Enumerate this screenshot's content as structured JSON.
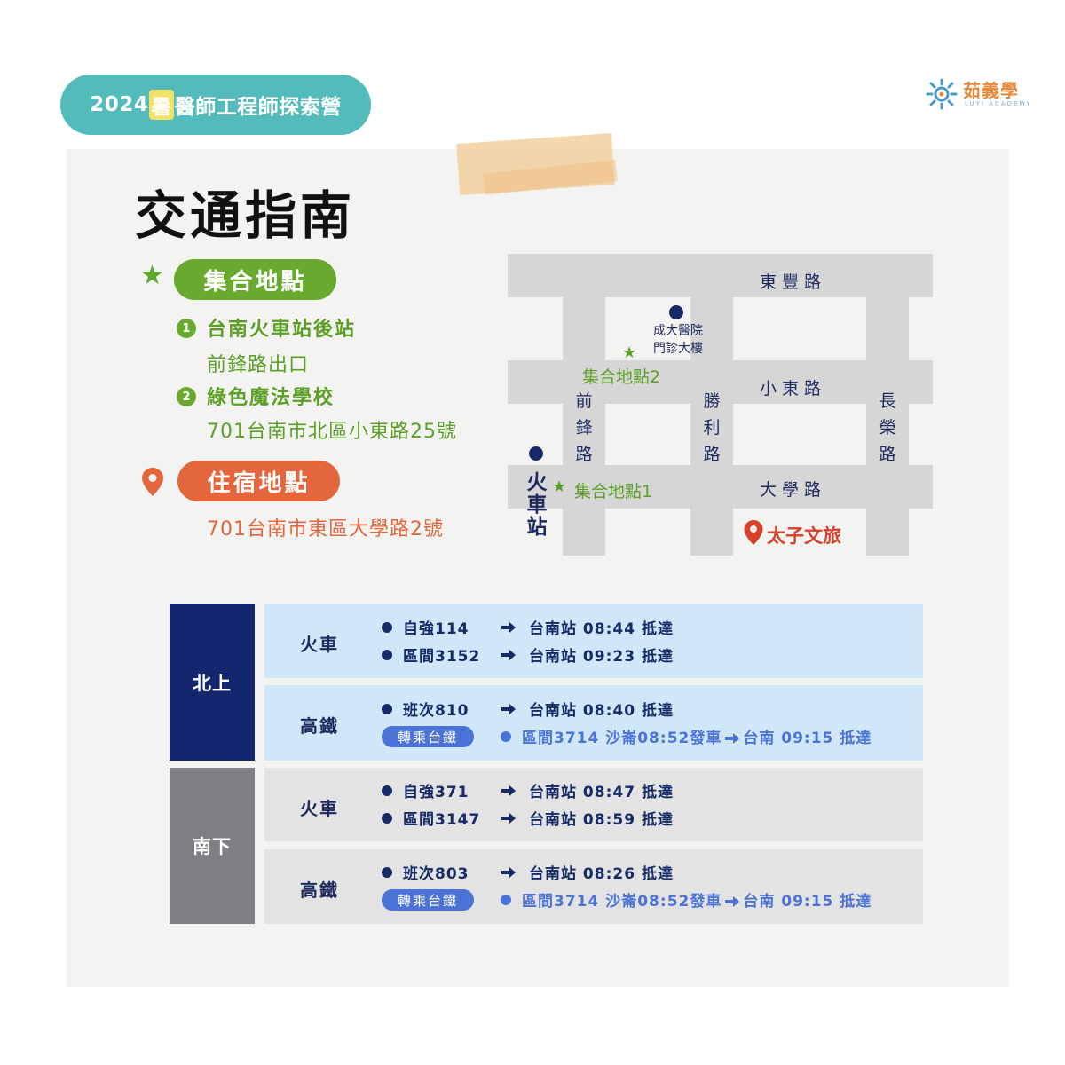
{
  "header": {
    "camp_prefix": "2024",
    "camp_highlight": "暑",
    "camp_suffix": "醫師工程師探索營",
    "logo_text": "茹義學",
    "logo_sub": "LUYI ACADEMY"
  },
  "title": "交通指南",
  "meeting": {
    "heading": "集合地點",
    "items": [
      {
        "num": "1",
        "name": "台南火車站後站",
        "detail": "前鋒路出口"
      },
      {
        "num": "2",
        "name": "綠色魔法學校",
        "detail": "701台南市北區小東路25號"
      }
    ]
  },
  "lodging": {
    "heading": "住宿地點",
    "address": "701台南市東區大學路2號"
  },
  "map": {
    "roads": {
      "dongfeng": "東豐路",
      "xiaodong": "小東路",
      "daxue": "大學路",
      "qianfeng": [
        "前",
        "鋒",
        "路"
      ],
      "shengli": [
        "勝",
        "利",
        "路"
      ],
      "changrong": [
        "長",
        "榮",
        "路"
      ]
    },
    "hospital": [
      "成大醫院",
      "門診大樓"
    ],
    "meet2": "集合地點2",
    "meet1": "集合地點1",
    "station": [
      "火",
      "車",
      "站"
    ],
    "hotel": "太子文旅"
  },
  "schedule": {
    "north": {
      "label": "北上",
      "train": {
        "mode": "火車",
        "rows": [
          {
            "train": "自強114",
            "arrival": "台南站 08:44 抵達"
          },
          {
            "train": "區間3152",
            "arrival": "台南站 09:23 抵達"
          }
        ]
      },
      "hsr": {
        "mode": "高鐵",
        "train": "班次810",
        "arrival": "台南站 08:40 抵達",
        "transfer_label": "轉乘台鐵",
        "transfer_part1": "區間3714  沙崙08:52發車",
        "transfer_part2": "台南 09:15 抵達"
      }
    },
    "south": {
      "label": "南下",
      "train": {
        "mode": "火車",
        "rows": [
          {
            "train": "自強371",
            "arrival": "台南站 08:47 抵達"
          },
          {
            "train": "區間3147",
            "arrival": "台南站 08:59 抵達"
          }
        ]
      },
      "hsr": {
        "mode": "高鐵",
        "train": "班次803",
        "arrival": "台南站 08:26 抵達",
        "transfer_label": "轉乘台鐵",
        "transfer_part1": "區間3714  沙崙08:52發車",
        "transfer_part2": "台南 09:15 抵達"
      }
    }
  },
  "colors": {
    "teal": "#53bcbb",
    "green": "#6aa930",
    "orange": "#e4663d",
    "navy": "#152a66",
    "link_blue": "#4b73d6",
    "north_block": "#13266e",
    "south_block": "#7d7f84"
  }
}
